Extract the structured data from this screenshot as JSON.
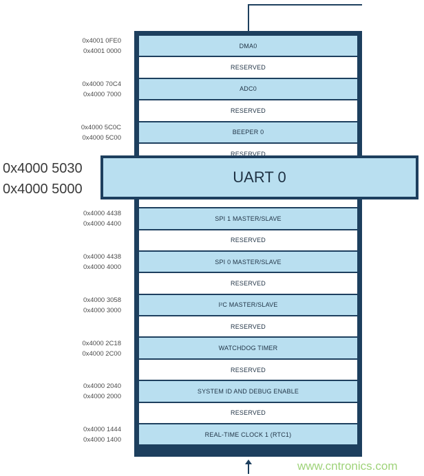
{
  "memory_map": {
    "blocks": [
      {
        "label": "DMA0",
        "kind": "periph"
      },
      {
        "label": "RESERVED",
        "kind": "reserved"
      },
      {
        "label": "ADC0",
        "kind": "periph"
      },
      {
        "label": "RESERVED",
        "kind": "reserved"
      },
      {
        "label": "BEEPER 0",
        "kind": "periph"
      },
      {
        "label": "RESERVED",
        "kind": "reserved"
      },
      {
        "label": "UART 0",
        "kind": "periph"
      },
      {
        "label": "RESERVED",
        "kind": "reserved"
      },
      {
        "label": "SPI 1 MASTER/SLAVE",
        "kind": "periph"
      },
      {
        "label": "RESERVED",
        "kind": "reserved"
      },
      {
        "label": "SPI 0 MASTER/SLAVE",
        "kind": "periph"
      },
      {
        "label": "RESERVED",
        "kind": "reserved"
      },
      {
        "label": "I²C MASTER/SLAVE",
        "kind": "periph"
      },
      {
        "label": "RESERVED",
        "kind": "reserved"
      },
      {
        "label": "WATCHDOG TIMER",
        "kind": "periph"
      },
      {
        "label": "RESERVED",
        "kind": "reserved"
      },
      {
        "label": "SYSTEM ID AND DEBUG ENABLE",
        "kind": "periph"
      },
      {
        "label": "RESERVED",
        "kind": "reserved"
      },
      {
        "label": "REAL-TIME CLOCK 1 (RTC1)",
        "kind": "periph"
      }
    ],
    "addresses": [
      {
        "high": "0x4001 0FE0",
        "low": "0x4001 0000"
      },
      {
        "high": "0x4000 70C4",
        "low": "0x4000 7000"
      },
      {
        "high": "0x4000 5C0C",
        "low": "0x4000 5C00"
      },
      {
        "high": "0x4000 4438",
        "low": "0x4000 4400"
      },
      {
        "high": "0x4000 4438",
        "low": "0x4000 4000"
      },
      {
        "high": "0x4000 3058",
        "low": "0x4000 3000"
      },
      {
        "high": "0x4000 2C18",
        "low": "0x4000 2C00"
      },
      {
        "high": "0x4000 2040",
        "low": "0x4000 2000"
      },
      {
        "high": "0x4000 1444",
        "low": "0x4000 1400"
      }
    ]
  },
  "highlight": {
    "label": "UART 0",
    "address_high": "0x4000 5030",
    "address_low": "0x4000 5000"
  },
  "watermark": "www.cntronics.com",
  "colors": {
    "frame": "#1d3f5e",
    "peripheral_fill": "#b9dff0",
    "reserved_fill": "#ffffff",
    "watermark": "#9fd37a"
  }
}
